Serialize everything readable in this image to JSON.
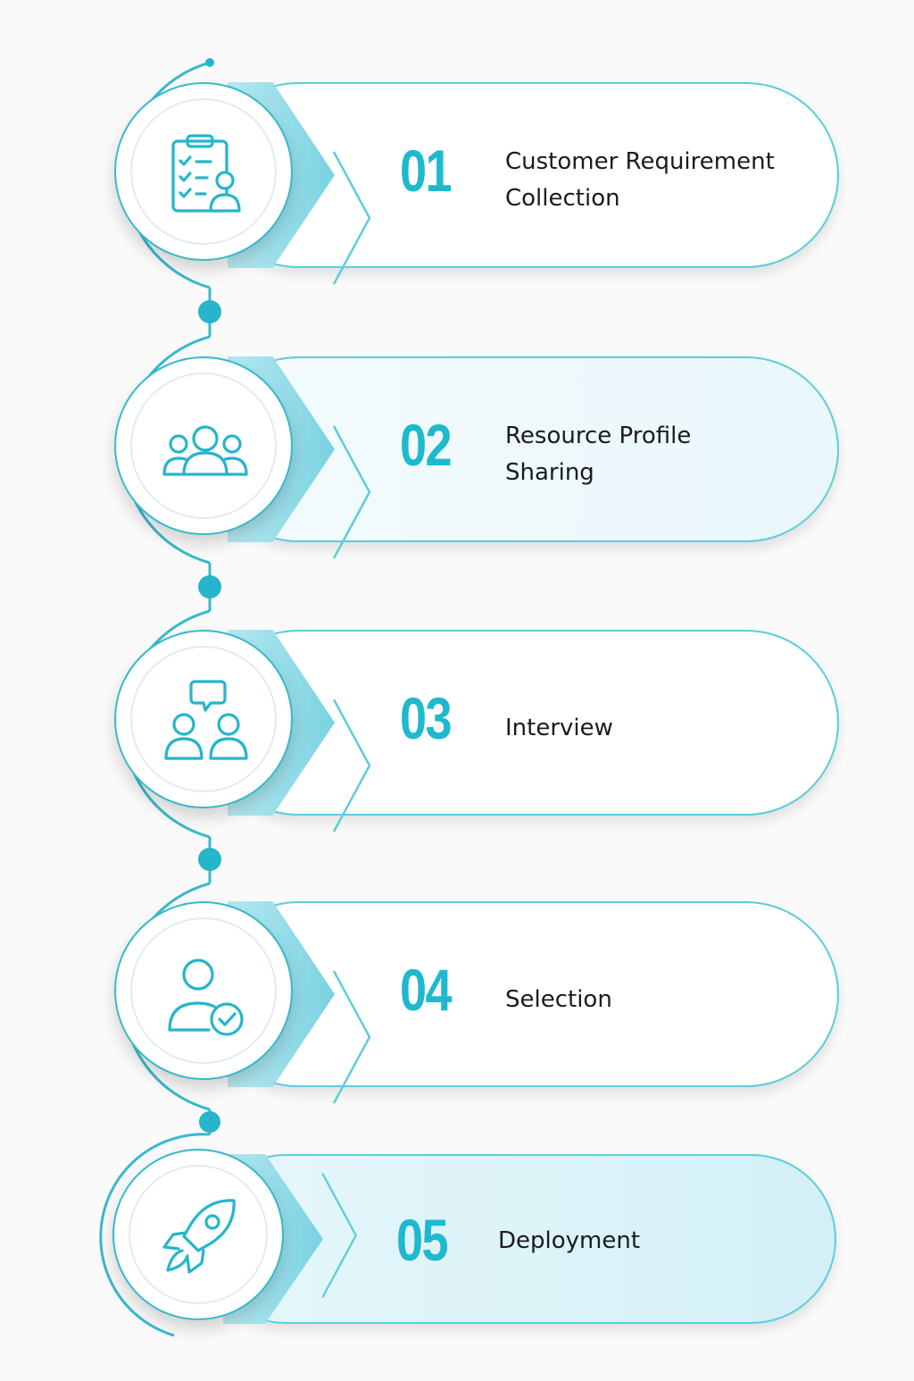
{
  "accent": "#1db9cf",
  "line_color": "#3ab9cc",
  "steps": [
    {
      "number": "01",
      "label": "Customer Requirement Collection",
      "icon": "clipboard-checklist-person-icon",
      "shade": "light"
    },
    {
      "number": "02",
      "label": "Resource Profile Sharing",
      "icon": "team-group-icon",
      "shade": "tint"
    },
    {
      "number": "03",
      "label": "Interview",
      "icon": "two-people-chat-icon",
      "shade": "light"
    },
    {
      "number": "04",
      "label": "Selection",
      "icon": "person-checkmark-icon",
      "shade": "light"
    },
    {
      "number": "05",
      "label": "Deployment",
      "icon": "rocket-icon",
      "shade": "strong"
    }
  ]
}
